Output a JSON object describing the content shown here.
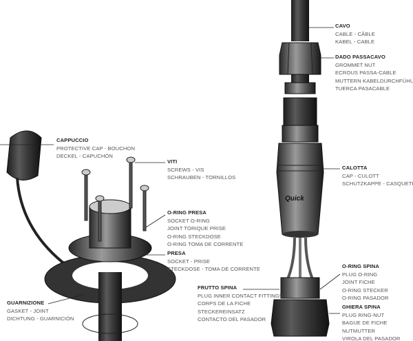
{
  "logo": "Quick",
  "labels": {
    "cavo": {
      "title": "CAVO",
      "lines": [
        "CABLE - CÂBLE",
        "KABEL - CABLE"
      ]
    },
    "dado": {
      "title": "DADO PASSACAVO",
      "lines": [
        "GROMMET NUT",
        "ECROUS PASSA-CABLE",
        "MUTTERN KABELDURCHFÜHUNG",
        "TUERCA PASACABLE"
      ]
    },
    "cappuccio": {
      "title": "CAPPUCCIO",
      "lines": [
        "PROTECTIVE CAP - BOUCHON",
        "DECKEL - CAPUCHÓN"
      ]
    },
    "viti": {
      "title": "VITI",
      "lines": [
        "SCREWS - VIS",
        "SCHRAUBEN - TORNILLOS"
      ]
    },
    "oring_presa": {
      "title": "O-RING PRESA",
      "lines": [
        "SOCKET O-RING",
        "JOINT TORIQUE PRISE",
        "O-RING STECKDOSE",
        "O-RING TOMA DE CORRENTE"
      ]
    },
    "presa": {
      "title": "PRESA",
      "lines": [
        "SOCKET - PRISE",
        "STECKDOSE - TOMA DE CORRENTE"
      ]
    },
    "calotta": {
      "title": "CALOTTA",
      "lines": [
        "CAP - CULOTT",
        "SCHUTZKAPPE - CASQUETE"
      ]
    },
    "oring_spina": {
      "title": "O-RING SPINA",
      "lines": [
        "PLUG O-RING",
        "JOINT FICHE",
        "O-RING STECKER",
        "O-RING PASADOR"
      ]
    },
    "ghiera": {
      "title": "GHIERA SPINA",
      "lines": [
        "PLUG RING-NUT",
        "BAGUE DE FICHE",
        "NUTMUTTER",
        "VIROLA DEL PASADOR"
      ]
    },
    "frutto": {
      "title": "FRUTTO SPINA",
      "lines": [
        "PLUG INNER CONTACT FITTINGS",
        "CORPS DE LA FICHE",
        "STECKEREINSATZ",
        "CONTACTO DEL PASADOR"
      ]
    },
    "guarnizione": {
      "title": "GUARNIZIONE",
      "lines": [
        "GASKET - JOINT",
        "DICHTUNG - GUARNICIÓN"
      ]
    }
  }
}
